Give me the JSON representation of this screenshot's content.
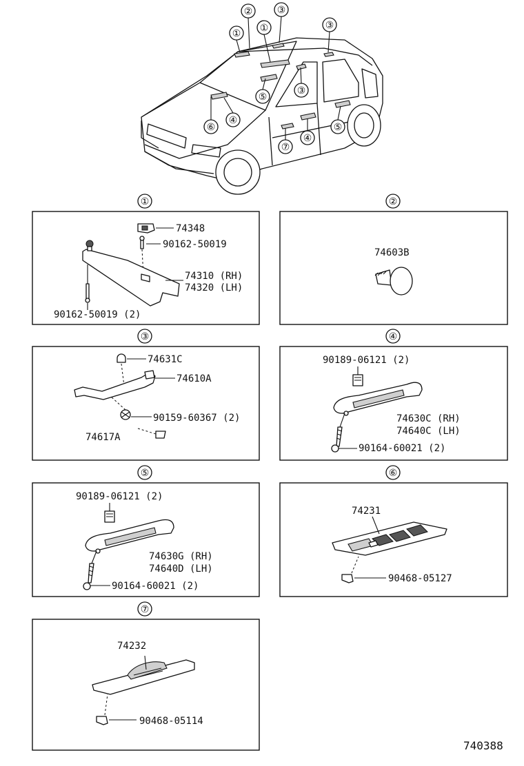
{
  "diagram_code": "740388",
  "overview": {
    "callouts": [
      "①",
      "②",
      "①",
      "③",
      "③",
      "⑤",
      "③",
      "⑥",
      "④",
      "⑦",
      "④",
      "⑤"
    ]
  },
  "panels": [
    {
      "label": "①",
      "parts": [
        "74348",
        "90162-50019",
        "74310 (RH)",
        "74320 (LH)",
        "90162-50019 (2)"
      ]
    },
    {
      "label": "②",
      "parts": [
        "74603B"
      ]
    },
    {
      "label": "③",
      "parts": [
        "74631C",
        "74610A",
        "90159-60367 (2)",
        "74617A"
      ]
    },
    {
      "label": "④",
      "parts": [
        "90189-06121 (2)",
        "74630C (RH)",
        "74640C (LH)",
        "90164-60021 (2)"
      ]
    },
    {
      "label": "⑤",
      "parts": [
        "90189-06121 (2)",
        "74630G (RH)",
        "74640D (LH)",
        "90164-60021 (2)"
      ]
    },
    {
      "label": "⑥",
      "parts": [
        "74231",
        "90468-05127"
      ]
    },
    {
      "label": "⑦",
      "parts": [
        "74232",
        "90468-05114"
      ]
    }
  ]
}
